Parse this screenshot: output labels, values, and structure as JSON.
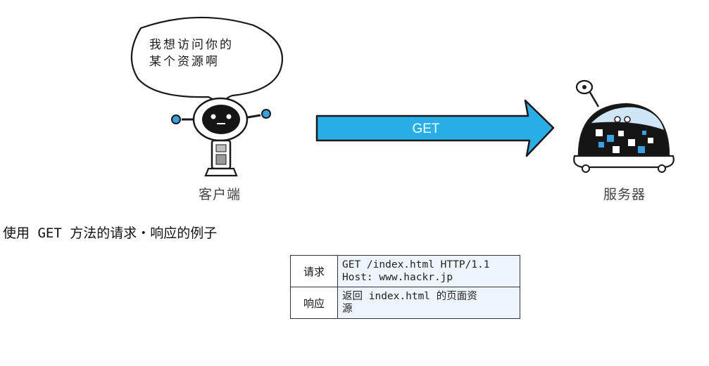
{
  "diagram": {
    "speech_bubble": {
      "line1": "我想访问你的",
      "line2": "某个资源啊"
    },
    "client_label": "客户端",
    "server_label": "服务器",
    "arrow_label": "GET",
    "colors": {
      "arrow": "#2aaee8",
      "arrow_outline": "#1a1a1a",
      "robot_dark": "#151515",
      "accent_blue": "#3aa0e0"
    }
  },
  "caption": "使用 GET 方法的请求・响应的例子",
  "example_table": {
    "rows": [
      {
        "key": "请求",
        "lines": [
          "GET /index.html HTTP/1.1",
          "Host: www.hackr.jp"
        ]
      },
      {
        "key": "响应",
        "lines": [
          "返回 index.html 的页面资",
          "源"
        ]
      }
    ]
  }
}
